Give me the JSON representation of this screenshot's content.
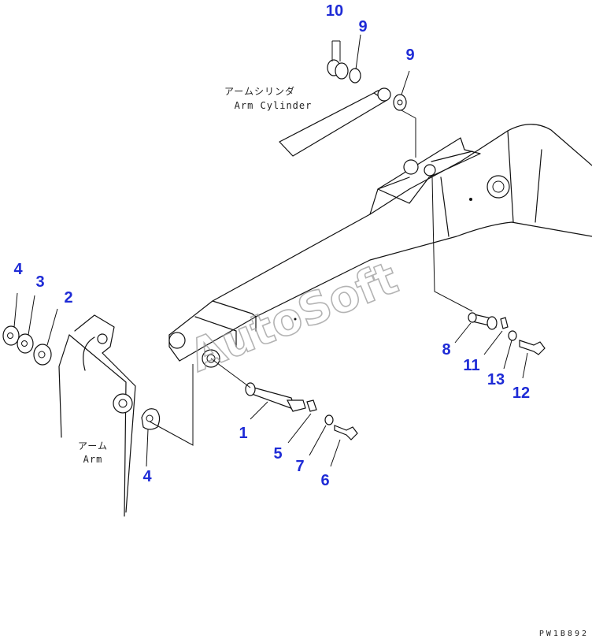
{
  "labels": {
    "arm_cylinder_jp": "アームシリンダ",
    "arm_cylinder_en": "Arm Cylinder",
    "arm_jp": "アーム",
    "arm_en": "Arm",
    "drawing_code": "PW1B892",
    "watermark": "AutoSoft"
  },
  "callouts": {
    "c10": "10",
    "c9a": "9",
    "c9b": "9",
    "c4a": "4",
    "c3": "3",
    "c2": "2",
    "c4b": "4",
    "c1": "1",
    "c5": "5",
    "c7": "7",
    "c6": "6",
    "c8": "8",
    "c11": "11",
    "c13": "13",
    "c12": "12"
  },
  "colors": {
    "callout": "#1e2bd6",
    "lines": "#111111",
    "watermark": "#9a9a9a"
  }
}
